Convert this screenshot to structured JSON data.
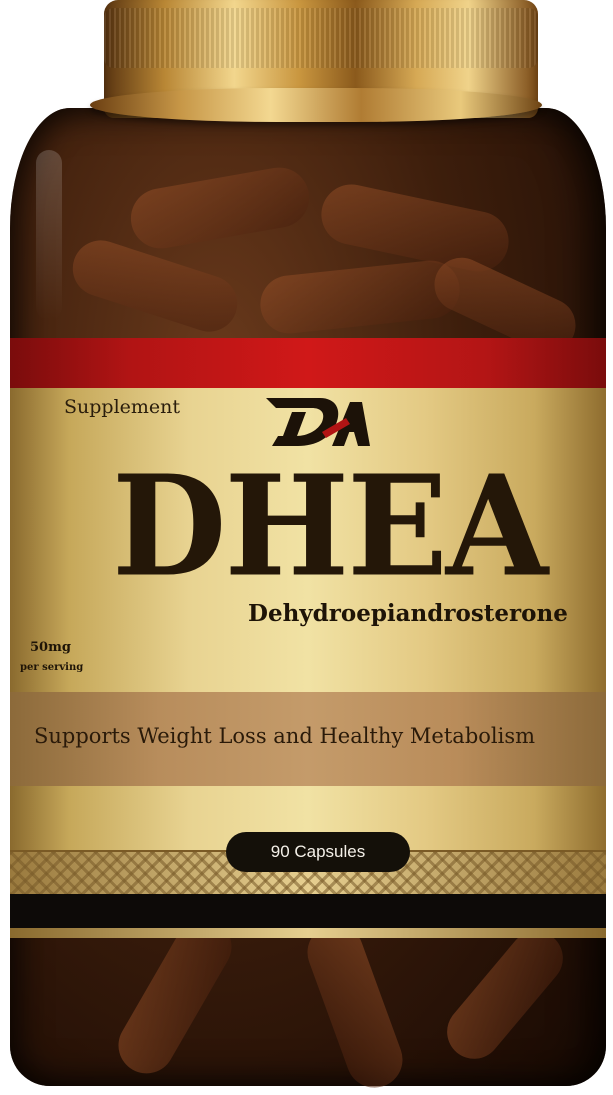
{
  "product": {
    "category": "Supplement",
    "name": "DHEA",
    "full_name": "Dehydroepiandrosterone",
    "dose": "50mg",
    "dose_note": "per serving",
    "claim": "Supports Weight Loss and Healthy Metabolism",
    "count": "90 Capsules"
  },
  "icons": {
    "logo": "brand-logo-icon"
  },
  "colors": {
    "glass": "#3d1e0c",
    "cap_gold": "#c9963f",
    "label_gold": "#e8d391",
    "label_red": "#d01818",
    "text_dark": "#241708",
    "claim_band": "#b88d5c",
    "pill_bg": "#141009"
  }
}
